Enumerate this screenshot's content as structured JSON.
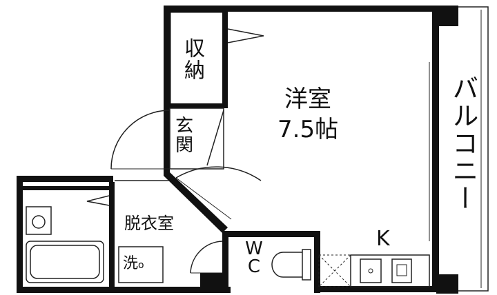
{
  "rooms": {
    "main_room": {
      "name": "洋室",
      "size": "7.5帖"
    },
    "storage": "収納",
    "entrance": "玄関",
    "balcony": "バルコニー",
    "dressing_room": "脱衣室",
    "washer": {
      "label": "洗",
      "mark": "o"
    },
    "toilet": {
      "line1": "W",
      "line2": "C"
    },
    "kitchen": "K"
  },
  "colors": {
    "wall": "#111111",
    "background": "#ffffff",
    "line": "#222222"
  }
}
